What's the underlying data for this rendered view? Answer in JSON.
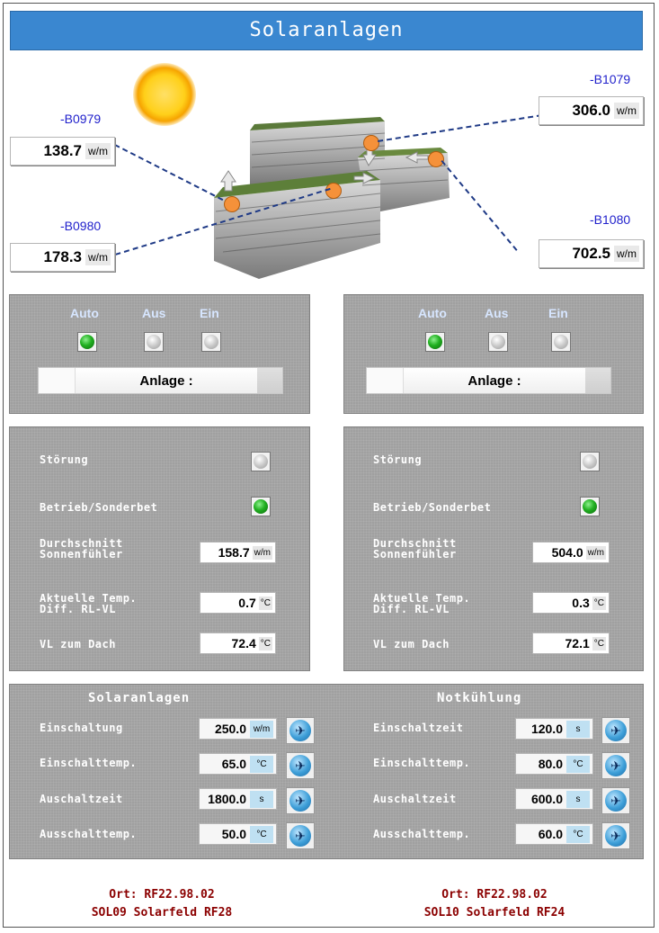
{
  "title": "Solaranlagen",
  "sensors": [
    {
      "id": "-B0979",
      "value": "138.7",
      "unit": "w/m"
    },
    {
      "id": "-B0980",
      "value": "178.3",
      "unit": "w/m"
    },
    {
      "id": "-B1079",
      "value": "306.0",
      "unit": "w/m"
    },
    {
      "id": "-B1080",
      "value": "702.5",
      "unit": "w/m"
    }
  ],
  "mode_panels": [
    {
      "labels": [
        "Auto",
        "Aus",
        "Ein"
      ],
      "active": "Auto",
      "anlage_label": "Anlage :"
    },
    {
      "labels": [
        "Auto",
        "Aus",
        "Ein"
      ],
      "active": "Auto",
      "anlage_label": "Anlage :"
    }
  ],
  "status_panels": [
    {
      "stoerung": "Störung",
      "betrieb": "Betrieb/Sonderbet",
      "durch_1": "Durchschnitt",
      "durch_2": "Sonnenfühler",
      "durch_value": "158.7",
      "durch_unit": "w/m",
      "temp_1": "Aktuelle Temp.",
      "temp_2": "Diff. RL-VL",
      "temp_value": "0.7",
      "temp_unit": "°C",
      "vl": "VL zum Dach",
      "vl_value": "72.4",
      "vl_unit": "°C"
    },
    {
      "stoerung": "Störung",
      "betrieb": "Betrieb/Sonderbet",
      "durch_1": "Durchschnitt",
      "durch_2": "Sonnenfühler",
      "durch_value": "504.0",
      "durch_unit": "w/m",
      "temp_1": "Aktuelle Temp.",
      "temp_2": "Diff. RL-VL",
      "temp_value": "0.3",
      "temp_unit": "°C",
      "vl": "VL zum Dach",
      "vl_value": "72.1",
      "vl_unit": "°C"
    }
  ],
  "settings": {
    "left_title": "Solaranlagen",
    "right_title": "Notkühlung",
    "left": [
      {
        "label": "Einschaltung",
        "value": "250.0",
        "unit": "w/m"
      },
      {
        "label": "Einschalttemp.",
        "value": "65.0",
        "unit": "°C"
      },
      {
        "label": "Auschaltzeit",
        "value": "1800.0",
        "unit": "s"
      },
      {
        "label": "Ausschalttemp.",
        "value": "50.0",
        "unit": "°C"
      }
    ],
    "right": [
      {
        "label": "Einschaltzeit",
        "value": "120.0",
        "unit": "s"
      },
      {
        "label": "Einschalttemp.",
        "value": "80.0",
        "unit": "°C"
      },
      {
        "label": "Auschaltzeit",
        "value": "600.0",
        "unit": "s"
      },
      {
        "label": "Ausschalttemp.",
        "value": "60.0",
        "unit": "°C"
      }
    ],
    "settings_icon": "satellite-icon"
  },
  "footer": {
    "left_line1": "Ort: RF22.98.02",
    "left_line2": "SOL09 Solarfeld RF28",
    "right_line1": "Ort: RF22.98.02",
    "right_line2": "SOL10 Solarfeld RF24"
  },
  "colors": {
    "title_bg": "#3a87d0",
    "sensor_id": "#2222cc",
    "panel_bg": "#a0a0a0",
    "footer_text": "#8b0000",
    "lamp_on": "#21b021"
  }
}
